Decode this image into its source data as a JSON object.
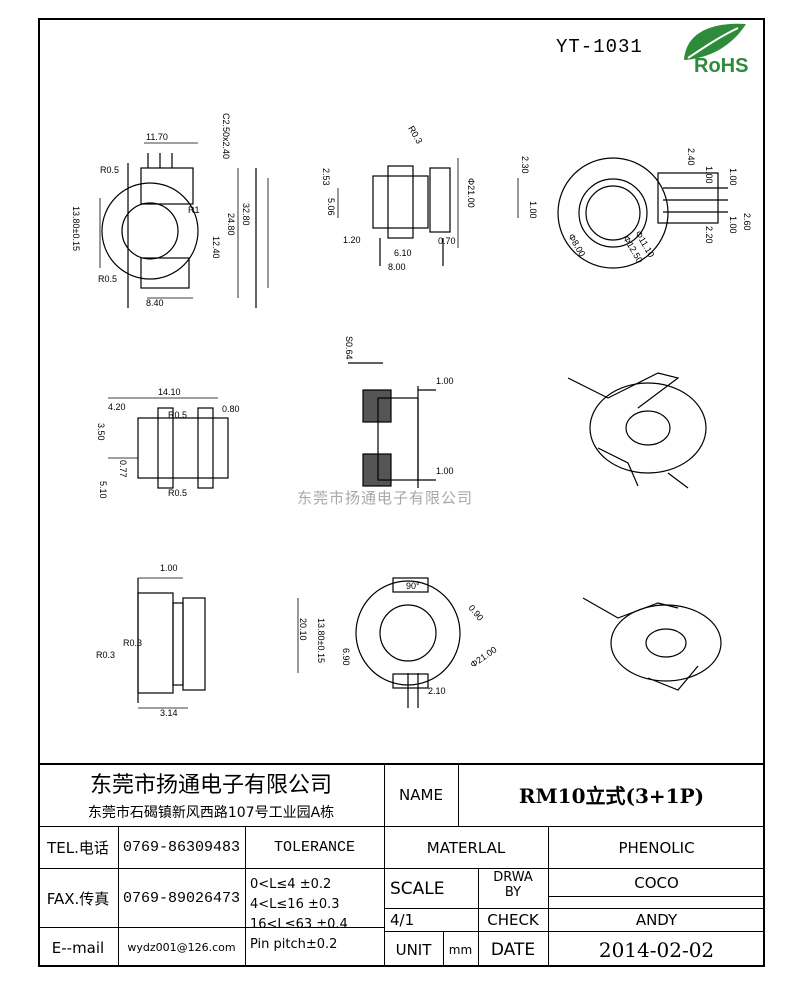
{
  "header": {
    "part_number": "YT-1031",
    "logo_text": "RoHS",
    "watermark": "东莞市扬通电子有限公司"
  },
  "views": {
    "top_view": {
      "dims": [
        "11.70",
        "C2.50x2.40",
        "R0.5",
        "13.80±0.15",
        "24.80",
        "32.80",
        "R1",
        "12.40",
        "R0.5",
        "8.40"
      ]
    },
    "side_view": {
      "dims": [
        "2.53",
        "R0.3",
        "5.06",
        "Φ21.00",
        "1.20",
        "6.10",
        "0.70",
        "8.00"
      ]
    },
    "bottom_view": {
      "dims": [
        "2.30",
        "2.40",
        "1.00",
        "1.00",
        "2.60",
        "1.00",
        "2.20",
        "Φ8.00",
        "Φ11.10",
        "Φ12.50",
        "1.00"
      ]
    },
    "pin_view": {
      "dims": [
        "S0.64",
        "1.00",
        "1.00"
      ]
    },
    "left_view": {
      "dims": [
        "14.10",
        "4.20",
        "3.50",
        "R0.5",
        "0.77",
        "R0.5",
        "5.10",
        "0.80"
      ]
    },
    "front_view": {
      "dims": [
        "1.00",
        "R0.3",
        "R0.3",
        "3.14"
      ]
    },
    "end_view": {
      "dims": [
        "90°",
        "0.90",
        "20.10",
        "13.80±0.15",
        "6.90",
        "Φ21.00",
        "2.10"
      ]
    }
  },
  "title_block": {
    "company_name": "东莞市扬通电子有限公司",
    "company_address": "东莞市石碣镇新风西路107号工业园A栋",
    "name_label": "NAME",
    "name_value": "RM10立式(3+1P)",
    "tel_label": "TEL.电话",
    "tel_value": "0769-86309483",
    "fax_label": "FAX.传真",
    "fax_value": "0769-89026473",
    "email_label": "E--mail",
    "email_value": "wydz001@126.com",
    "tolerance_label": "TOLERANCE",
    "tolerance_lines": [
      "0<L≤4   ±0.2",
      "4<L≤16  ±0.3",
      "16<L≤63 ±0.4",
      "Pin pitch±0.2"
    ],
    "material_label": "MATERLAL",
    "material_value": "PHENOLIC",
    "scale_label": "SCALE",
    "scale_value": "4/1",
    "drawn_label_1": "DRWA",
    "drawn_label_2": "BY",
    "drawn_value": "COCO",
    "check_label": "CHECK",
    "check_value": "ANDY",
    "unit_label": "UNIT",
    "unit_value": "mm",
    "date_label": "DATE",
    "date_value": "2014-02-02"
  }
}
